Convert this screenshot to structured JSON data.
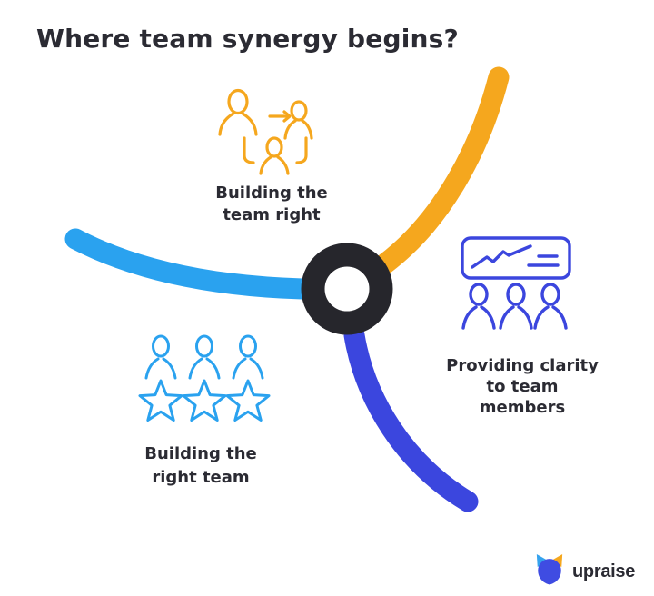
{
  "title": "Where team synergy begins?",
  "colors": {
    "background": "#FFFFFF",
    "text": "#2B2B33",
    "hub": "#26262C",
    "yellow": "#F5A71E",
    "light_blue": "#2AA2EF",
    "indigo": "#3B46DE"
  },
  "hub": {
    "color": "#26262C"
  },
  "nodes": [
    {
      "id": "building-the-team-right",
      "label": "Building the\nteam right",
      "color": "#F5A71E",
      "icon": "team-add-icon"
    },
    {
      "id": "building-the-right-team",
      "label": "Building the\nright team",
      "color": "#2AA2EF",
      "icon": "team-stars-icon"
    },
    {
      "id": "providing-clarity-to-team-members",
      "label": "Providing clarity\nto team\nmembers",
      "color": "#3B46DE",
      "icon": "presentation-chart-icon"
    }
  ],
  "brand": {
    "name": "upraise",
    "mark_icon": "upraise-logo-mark",
    "mark_colors": {
      "head": "#3F4CE2",
      "left_ear": "#35A3EE",
      "right_ear": "#F5A71E"
    }
  }
}
